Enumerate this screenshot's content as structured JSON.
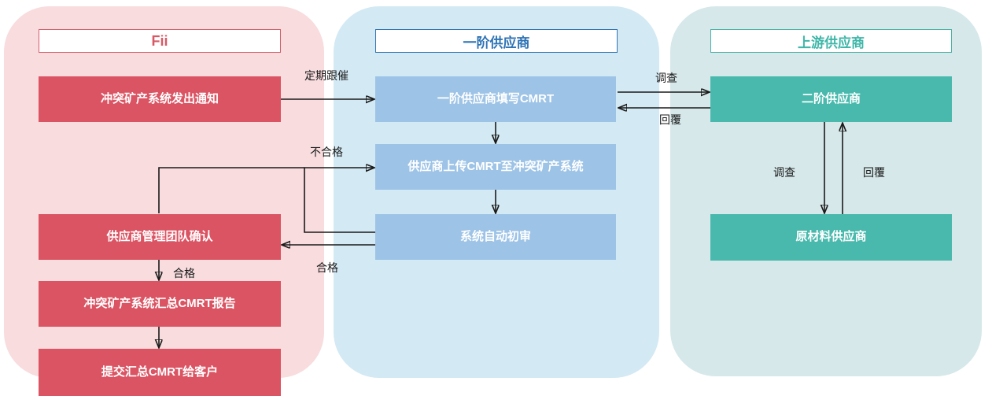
{
  "lanes": {
    "fii": {
      "title": "Fii"
    },
    "tier1": {
      "title": "一阶供应商"
    },
    "upstream": {
      "title": "上游供应商"
    }
  },
  "nodes": {
    "notify": "冲突矿产系统发出通知",
    "team_confirm": "供应商管理团队确认",
    "aggregate": "冲突矿产系统汇总CMRT报告",
    "submit": "提交汇总CMRT给客户",
    "fill_cmrt": "一阶供应商填写CMRT",
    "upload_cmrt": "供应商上传CMRT至冲突矿产系统",
    "auto_review": "系统自动初审",
    "tier2": "二阶供应商",
    "raw_material": "原材料供应商"
  },
  "edge_labels": {
    "follow_up": "定期跟催",
    "survey_right": "调查",
    "reply_right": "回覆",
    "survey_down": "调查",
    "reply_up": "回覆",
    "fail": "不合格",
    "pass_left": "合格",
    "pass_down": "合格"
  },
  "colors": {
    "red": "#DB5463",
    "red-border": "#D5606B",
    "red-text": "#D85965",
    "lane-red": "#F8DCDE",
    "blue-box": "#9DC3E6",
    "blue-dark": "#2E74B5",
    "lane-blue": "#D3E9F4",
    "teal": "#48B9AC",
    "teal-border": "#4AB2A4",
    "teal-text": "#3EB6A8",
    "lane-teal": "#D6E8EA"
  }
}
